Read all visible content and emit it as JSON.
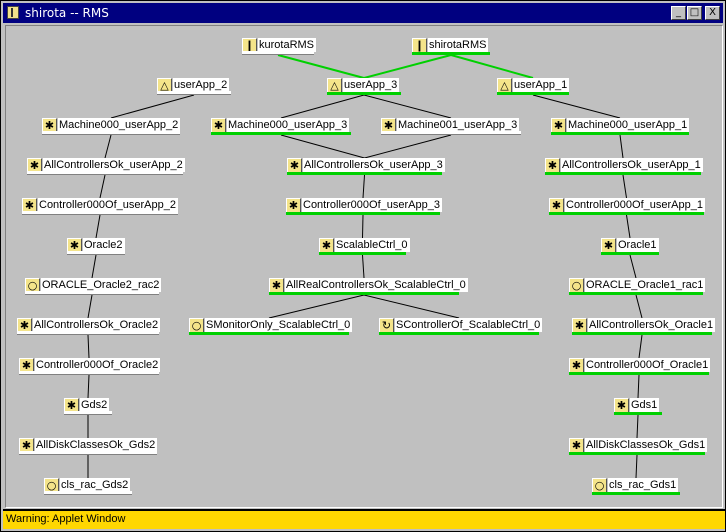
{
  "window": {
    "title": "shirota -- RMS"
  },
  "title_buttons": {
    "minimize": "_",
    "maximize": "□",
    "close": "X"
  },
  "status": "Warning: Applet Window",
  "legend": {
    "up_color": "#00d000",
    "off_color": "#ffffff"
  },
  "nodes": [
    {
      "id": "kurotaRMS",
      "label": "kurotaRMS",
      "icon": "book-icon",
      "state": "off"
    },
    {
      "id": "shirotaRMS",
      "label": "shirotaRMS",
      "icon": "book-icon",
      "state": "up"
    },
    {
      "id": "userApp_2",
      "label": "userApp_2",
      "icon": "triangle-icon",
      "state": "off"
    },
    {
      "id": "userApp_3",
      "label": "userApp_3",
      "icon": "triangle-icon",
      "state": "up"
    },
    {
      "id": "userApp_1",
      "label": "userApp_1",
      "icon": "triangle-icon",
      "state": "up"
    },
    {
      "id": "m2",
      "label": "Machine000_userApp_2",
      "icon": "asterisk-icon",
      "state": "off"
    },
    {
      "id": "m3a",
      "label": "Machine000_userApp_3",
      "icon": "asterisk-icon",
      "state": "up"
    },
    {
      "id": "m3b",
      "label": "Machine001_userApp_3",
      "icon": "asterisk-icon",
      "state": "off"
    },
    {
      "id": "m1",
      "label": "Machine000_userApp_1",
      "icon": "asterisk-icon",
      "state": "up"
    },
    {
      "id": "ac2",
      "label": "AllControllersOk_userApp_2",
      "icon": "asterisk-icon",
      "state": "off"
    },
    {
      "id": "ac3",
      "label": "AllControllersOk_userApp_3",
      "icon": "asterisk-icon",
      "state": "up"
    },
    {
      "id": "ac1",
      "label": "AllControllersOk_userApp_1",
      "icon": "asterisk-icon",
      "state": "up"
    },
    {
      "id": "c2",
      "label": "Controller000Of_userApp_2",
      "icon": "asterisk-icon",
      "state": "off"
    },
    {
      "id": "c3",
      "label": "Controller000Of_userApp_3",
      "icon": "asterisk-icon",
      "state": "up"
    },
    {
      "id": "c1",
      "label": "Controller000Of_userApp_1",
      "icon": "asterisk-icon",
      "state": "up"
    },
    {
      "id": "o2",
      "label": "Oracle2",
      "icon": "asterisk-icon",
      "state": "off"
    },
    {
      "id": "sc",
      "label": "ScalableCtrl_0",
      "icon": "asterisk-icon",
      "state": "up"
    },
    {
      "id": "o1",
      "label": "Oracle1",
      "icon": "asterisk-icon",
      "state": "up"
    },
    {
      "id": "or2",
      "label": "ORACLE_Oracle2_rac2",
      "icon": "circle-icon",
      "state": "off"
    },
    {
      "id": "arc",
      "label": "AllRealControllersOk_ScalableCtrl_0",
      "icon": "asterisk-icon",
      "state": "up"
    },
    {
      "id": "or1",
      "label": "ORACLE_Oracle1_rac1",
      "icon": "circle-icon",
      "state": "up"
    },
    {
      "id": "aco2",
      "label": "AllControllersOk_Oracle2",
      "icon": "asterisk-icon",
      "state": "off"
    },
    {
      "id": "smon",
      "label": "SMonitorOnly_ScalableCtrl_0",
      "icon": "circle-icon",
      "state": "up"
    },
    {
      "id": "sctl",
      "label": "SControllerOf_ScalableCtrl_0",
      "icon": "controller-icon",
      "state": "up"
    },
    {
      "id": "aco1",
      "label": "AllControllersOk_Oracle1",
      "icon": "asterisk-icon",
      "state": "up"
    },
    {
      "id": "co2",
      "label": "Controller000Of_Oracle2",
      "icon": "asterisk-icon",
      "state": "off"
    },
    {
      "id": "co1",
      "label": "Controller000Of_Oracle1",
      "icon": "asterisk-icon",
      "state": "up"
    },
    {
      "id": "g2",
      "label": "Gds2",
      "icon": "asterisk-icon",
      "state": "off"
    },
    {
      "id": "g1",
      "label": "Gds1",
      "icon": "asterisk-icon",
      "state": "up"
    },
    {
      "id": "adc2",
      "label": "AllDiskClassesOk_Gds2",
      "icon": "asterisk-icon",
      "state": "off"
    },
    {
      "id": "adc1",
      "label": "AllDiskClassesOk_Gds1",
      "icon": "asterisk-icon",
      "state": "up"
    },
    {
      "id": "cls2",
      "label": "cls_rac_Gds2",
      "icon": "circle-icon",
      "state": "off"
    },
    {
      "id": "cls1",
      "label": "cls_rac_Gds1",
      "icon": "circle-icon",
      "state": "up"
    }
  ],
  "edges": [
    [
      "kurotaRMS",
      "userApp_3",
      "up"
    ],
    [
      "shirotaRMS",
      "userApp_3",
      "up"
    ],
    [
      "shirotaRMS",
      "userApp_1",
      "up"
    ],
    [
      "userApp_2",
      "m2",
      "off"
    ],
    [
      "userApp_3",
      "m3a",
      "off"
    ],
    [
      "userApp_3",
      "m3b",
      "off"
    ],
    [
      "userApp_1",
      "m1",
      "off"
    ],
    [
      "m2",
      "ac2",
      "off"
    ],
    [
      "m3a",
      "ac3",
      "off"
    ],
    [
      "m3b",
      "ac3",
      "off"
    ],
    [
      "m1",
      "ac1",
      "off"
    ],
    [
      "ac2",
      "c2",
      "off"
    ],
    [
      "ac3",
      "c3",
      "off"
    ],
    [
      "ac1",
      "c1",
      "off"
    ],
    [
      "c2",
      "o2",
      "off"
    ],
    [
      "c3",
      "sc",
      "off"
    ],
    [
      "c1",
      "o1",
      "off"
    ],
    [
      "o2",
      "or2",
      "off"
    ],
    [
      "sc",
      "arc",
      "off"
    ],
    [
      "o1",
      "or1",
      "off"
    ],
    [
      "or2",
      "aco2",
      "off"
    ],
    [
      "arc",
      "smon",
      "off"
    ],
    [
      "arc",
      "sctl",
      "off"
    ],
    [
      "or1",
      "aco1",
      "off"
    ],
    [
      "aco2",
      "co2",
      "off"
    ],
    [
      "aco1",
      "co1",
      "off"
    ],
    [
      "co2",
      "g2",
      "off"
    ],
    [
      "co1",
      "g1",
      "off"
    ],
    [
      "g2",
      "adc2",
      "off"
    ],
    [
      "g1",
      "adc1",
      "off"
    ],
    [
      "adc2",
      "cls2",
      "off"
    ],
    [
      "adc1",
      "cls1",
      "off"
    ]
  ]
}
